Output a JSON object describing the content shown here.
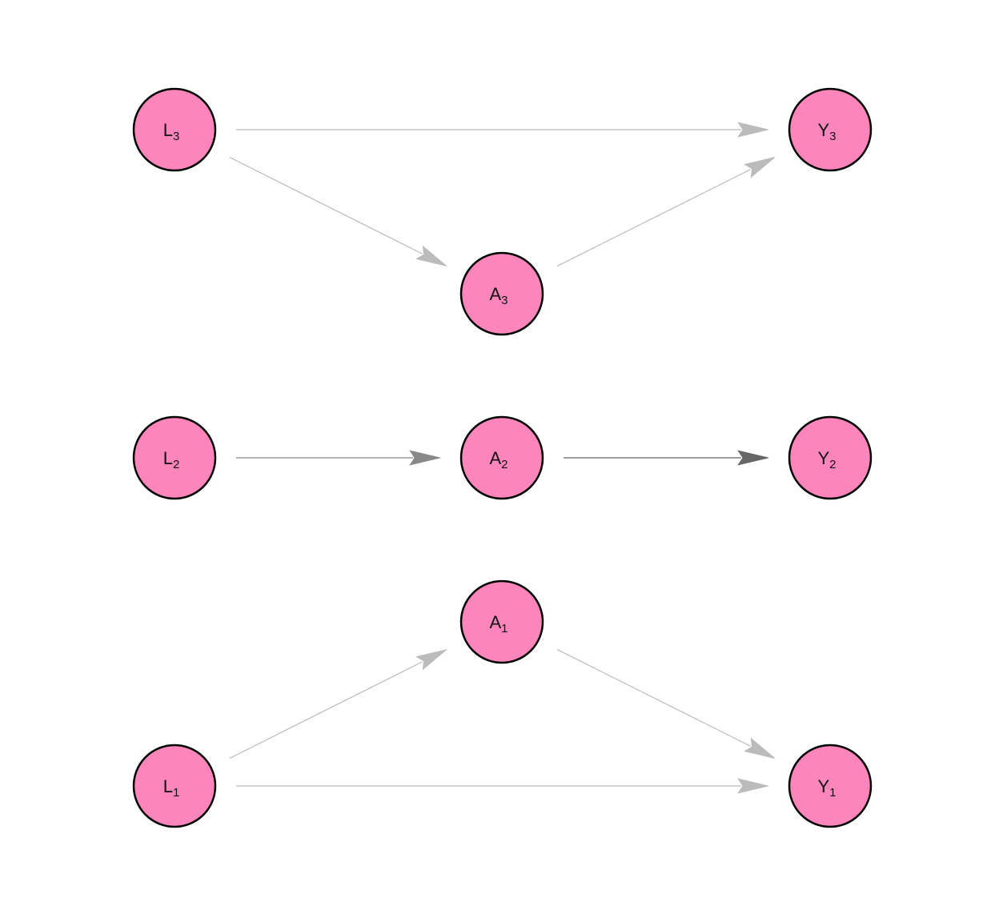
{
  "diagram": {
    "node_fill": "#FC86BB",
    "node_stroke": "#000000",
    "nodes": [
      {
        "id": "L3",
        "letter": "L",
        "sub": "3"
      },
      {
        "id": "Y3",
        "letter": "Y",
        "sub": "3"
      },
      {
        "id": "A3",
        "letter": "A",
        "sub": "3"
      },
      {
        "id": "L2",
        "letter": "L",
        "sub": "2"
      },
      {
        "id": "A2",
        "letter": "A",
        "sub": "2"
      },
      {
        "id": "Y2",
        "letter": "Y",
        "sub": "2"
      },
      {
        "id": "A1",
        "letter": "A",
        "sub": "1"
      },
      {
        "id": "L1",
        "letter": "L",
        "sub": "1"
      },
      {
        "id": "Y1",
        "letter": "Y",
        "sub": "1"
      }
    ],
    "edges": [
      {
        "from": "L3",
        "to": "Y3",
        "color": "#BBBBBB"
      },
      {
        "from": "L3",
        "to": "A3",
        "color": "#BBBBBB"
      },
      {
        "from": "A3",
        "to": "Y3",
        "color": "#BBBBBB"
      },
      {
        "from": "L2",
        "to": "A2",
        "color": "#888888"
      },
      {
        "from": "A2",
        "to": "Y2",
        "color": "#666666"
      },
      {
        "from": "L1",
        "to": "A1",
        "color": "#BBBBBB"
      },
      {
        "from": "A1",
        "to": "Y1",
        "color": "#BBBBBB"
      },
      {
        "from": "L1",
        "to": "Y1",
        "color": "#BBBBBB"
      }
    ]
  }
}
